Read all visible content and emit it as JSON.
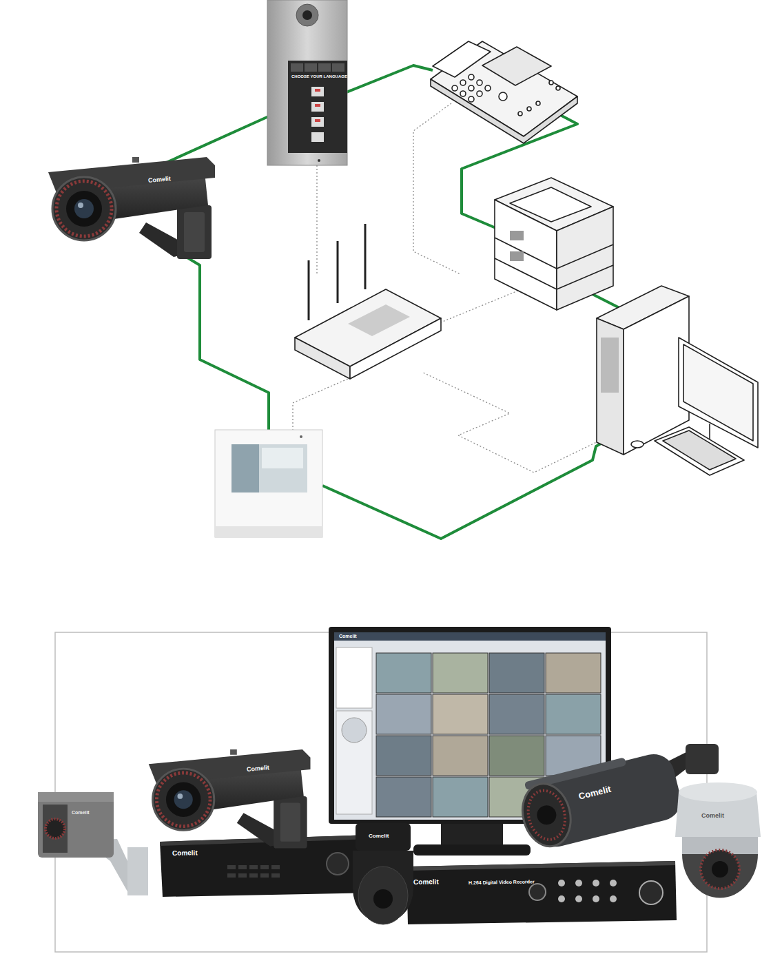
{
  "diagram": {
    "labels": [
      "CHOOSE YOUR LANGUAGE",
      "Comelit",
      "Comelit",
      "Comelit",
      "Comelit",
      "Comelit",
      "Comelit",
      "Comelit",
      "Comelit",
      "Comelit",
      "H.264 Digital Video Recorder"
    ]
  }
}
